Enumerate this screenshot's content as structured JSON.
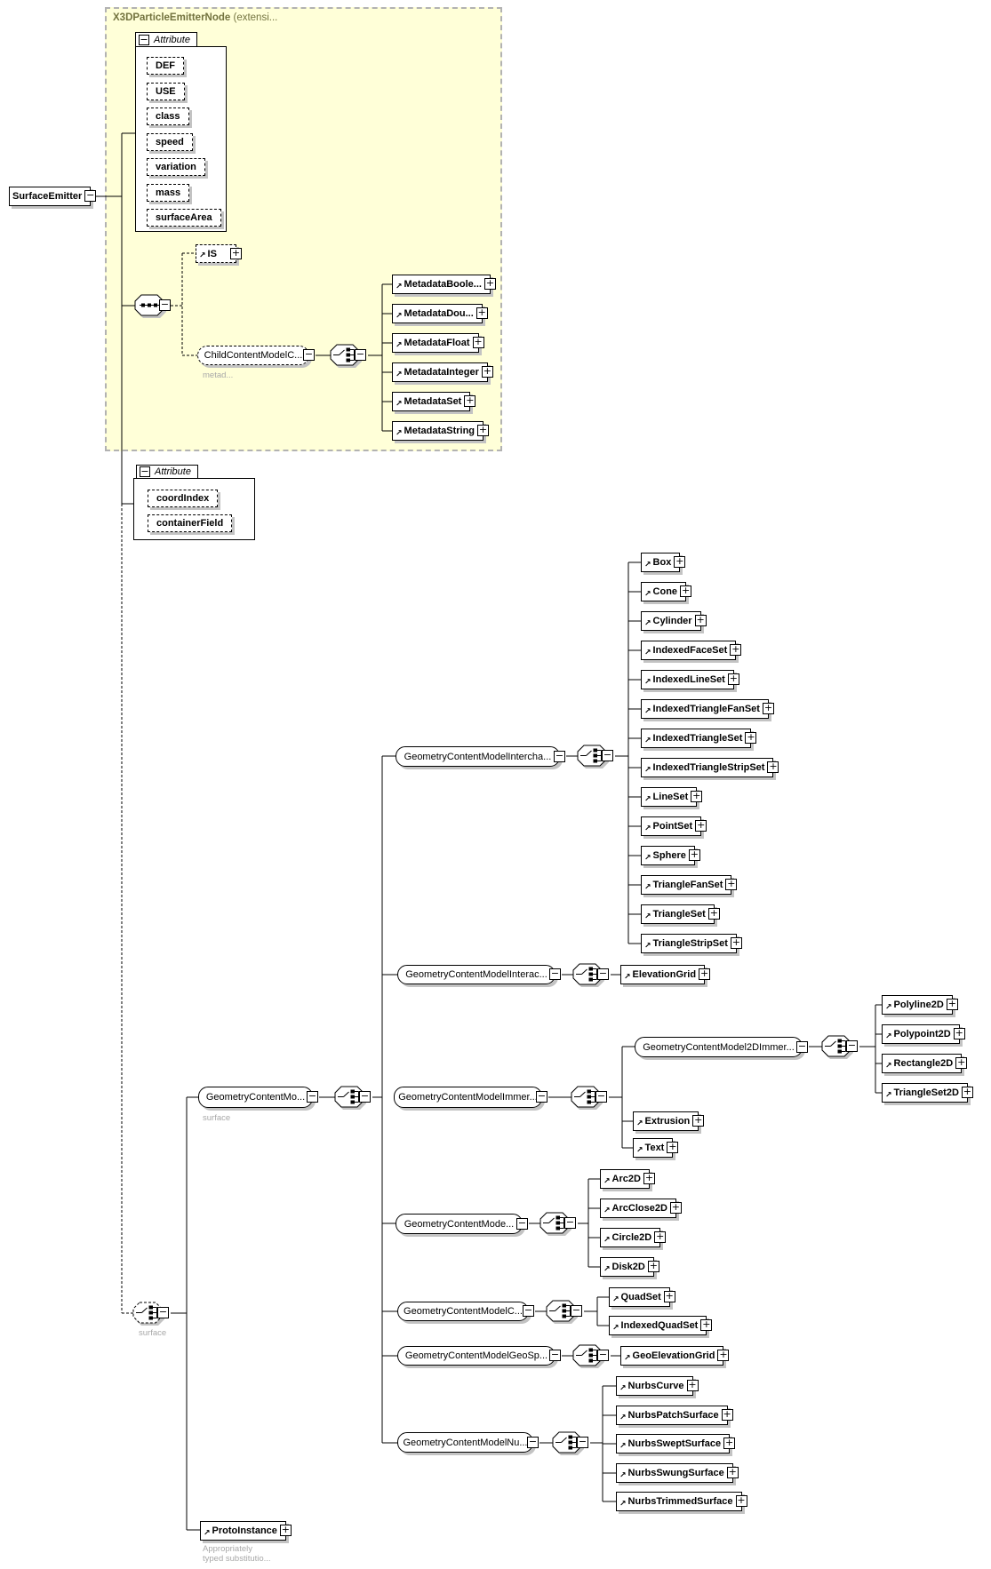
{
  "root_element": {
    "label": "SurfaceEmitter"
  },
  "base_type": {
    "title": "X3DParticleEmitterNode",
    "title_suffix": " (extensi...",
    "attribute_block": {
      "header": "Attribute",
      "items": [
        "DEF",
        "USE",
        "class",
        "speed",
        "variation",
        "mass",
        "surfaceArea"
      ]
    },
    "is_element": {
      "label": "IS"
    },
    "child_content_group": {
      "label": "ChildContentModelC...",
      "annotation": "metad..."
    },
    "metadata_elements": [
      "MetadataBoole...",
      "MetadataDou...",
      "MetadataFloat",
      "MetadataInteger",
      "MetadataSet",
      "MetadataString"
    ]
  },
  "local_attribute_block": {
    "header": "Attribute",
    "items": [
      "coordIndex",
      "containerField"
    ]
  },
  "surface_choice": {
    "annotation": "surface"
  },
  "geometry_group": {
    "label": "GeometryContentMo...",
    "annotation": "surface"
  },
  "branches": {
    "interchange": {
      "label": "GeometryContentModelIntercha...",
      "children": [
        "Box",
        "Cone",
        "Cylinder",
        "IndexedFaceSet",
        "IndexedLineSet",
        "IndexedTriangleFanSet",
        "IndexedTriangleSet",
        "IndexedTriangleStripSet",
        "LineSet",
        "PointSet",
        "Sphere",
        "TriangleFanSet",
        "TriangleSet",
        "TriangleStripSet"
      ]
    },
    "interactive": {
      "label": "GeometryContentModelInterac...",
      "children": [
        "ElevationGrid"
      ]
    },
    "immersive": {
      "label": "GeometryContentModelImmer...",
      "children": [
        "Extrusion",
        "Text"
      ],
      "group_2d": {
        "label": "GeometryContentModel2DImmer...",
        "children": [
          "Polyline2D",
          "Polypoint2D",
          "Rectangle2D",
          "TriangleSet2D"
        ]
      }
    },
    "interchange_2d": {
      "label": "GeometryContentMode...",
      "children": [
        "Arc2D",
        "ArcClose2D",
        "Circle2D",
        "Disk2D"
      ]
    },
    "cad": {
      "label": "GeometryContentModelC...",
      "children": [
        "QuadSet",
        "IndexedQuadSet"
      ]
    },
    "geospatial": {
      "label": "GeometryContentModelGeoSp...",
      "children": [
        "GeoElevationGrid"
      ]
    },
    "nurbs": {
      "label": "GeometryContentModelNu...",
      "children": [
        "NurbsCurve",
        "NurbsPatchSurface",
        "NurbsSweptSurface",
        "NurbsSwungSurface",
        "NurbsTrimmedSurface"
      ]
    }
  },
  "proto_instance": {
    "label": "ProtoInstance",
    "annotation_line1": "Appropriately",
    "annotation_line2": "typed substitutio..."
  },
  "colors": {
    "container_fill": "#ffffd8",
    "annotation_gray": "#a8a8a8",
    "title_olive": "#73733f",
    "shadow": "#c3c3c3"
  }
}
